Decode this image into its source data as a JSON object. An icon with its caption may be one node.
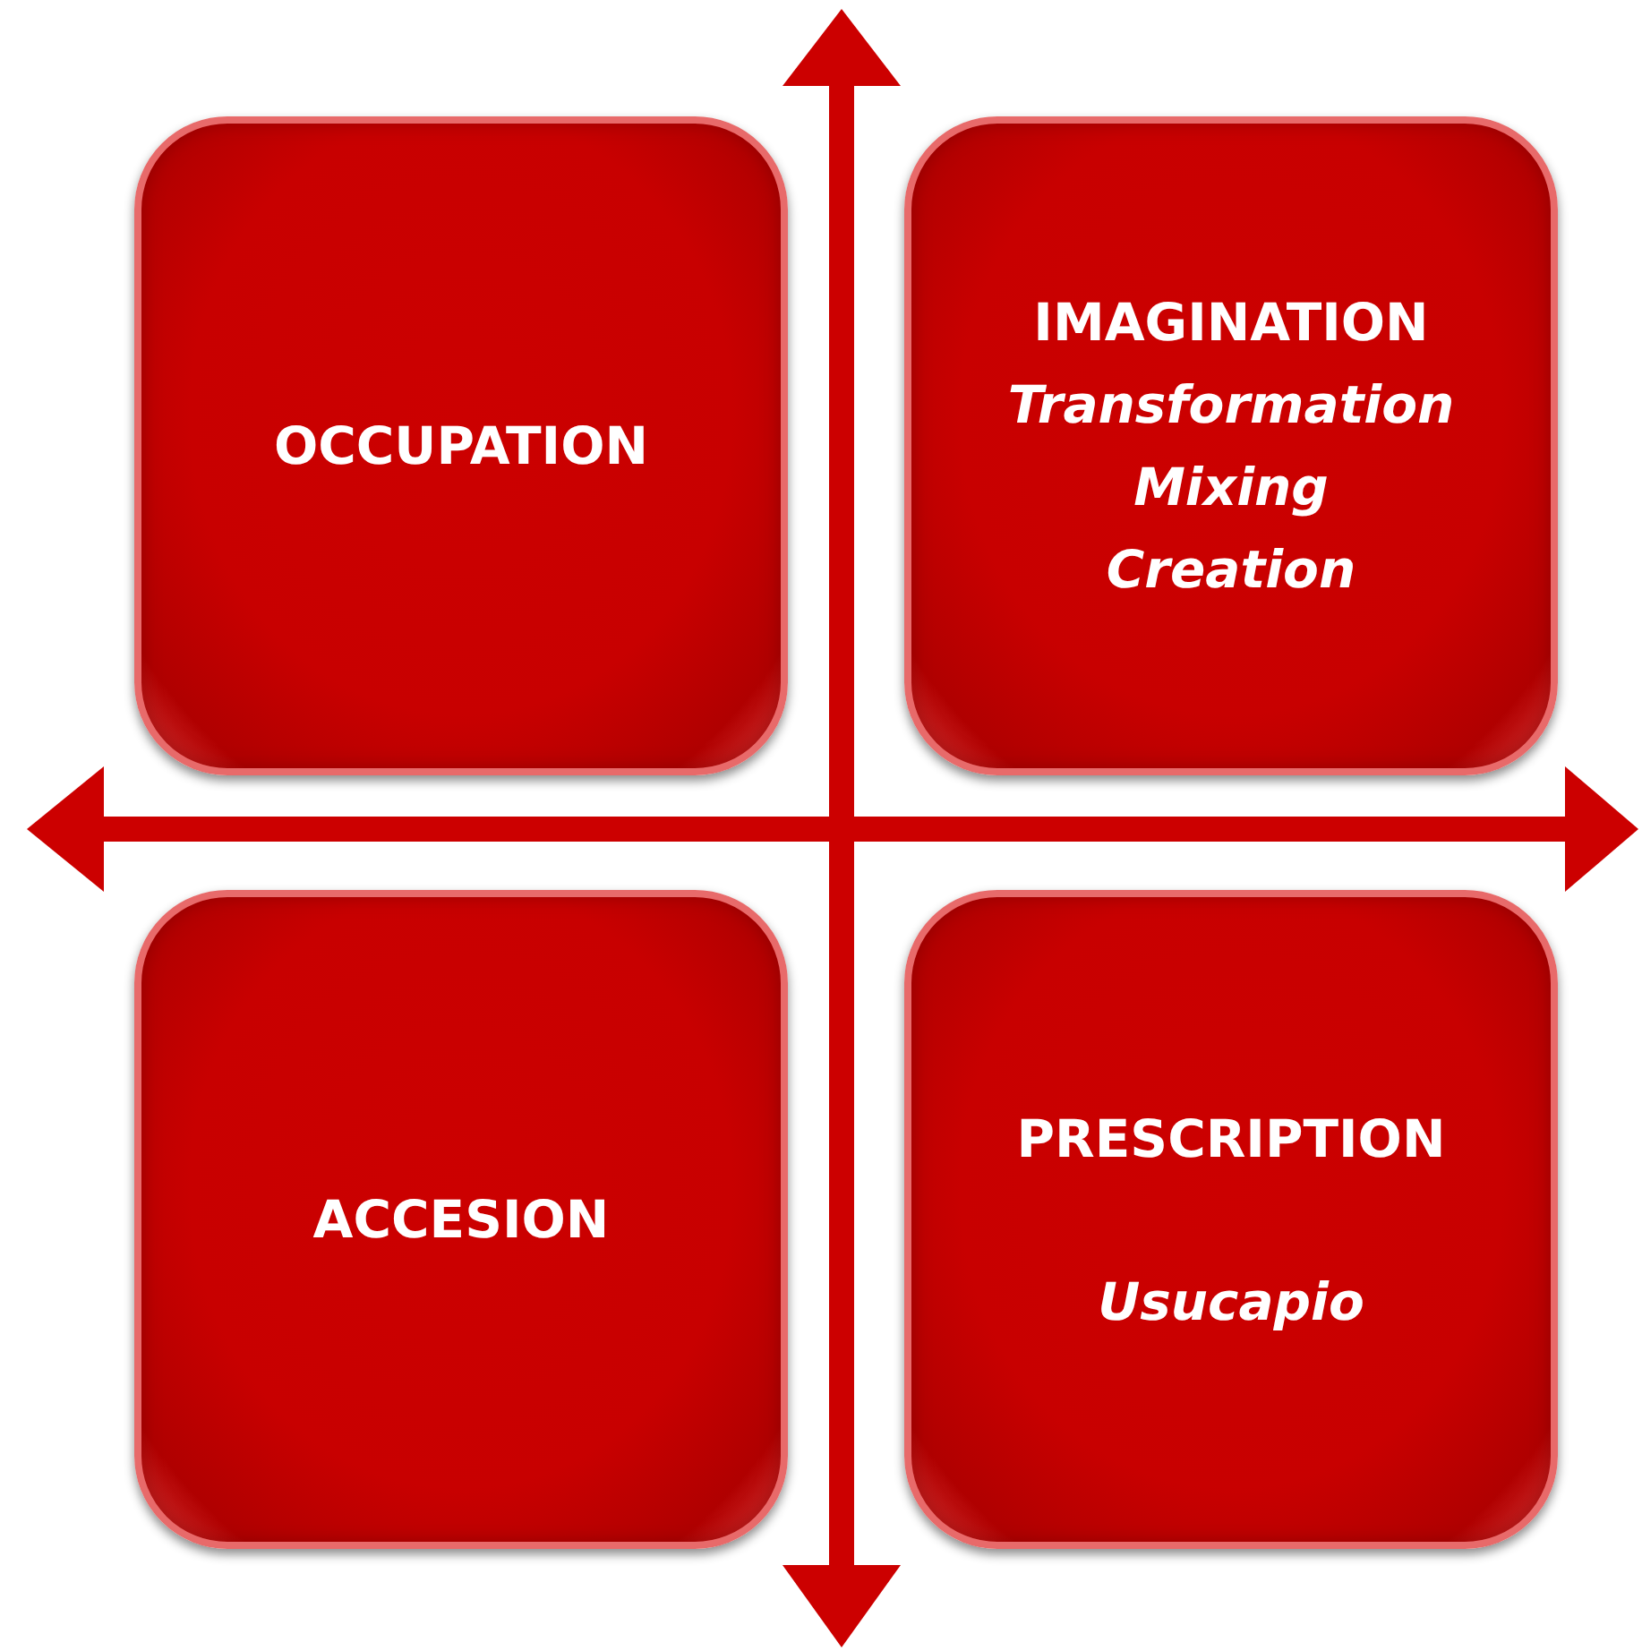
{
  "diagram": {
    "nodes": [
      {
        "text": [
          "OCCUPATION"
        ]
      },
      {
        "text": [
          "IMAGINATION",
          "Transformation Mixing Creation"
        ]
      },
      {
        "text": [
          "ACCESION"
        ]
      },
      {
        "text": [
          "PRESCRIPTION",
          "Usucapio"
        ]
      }
    ]
  }
}
